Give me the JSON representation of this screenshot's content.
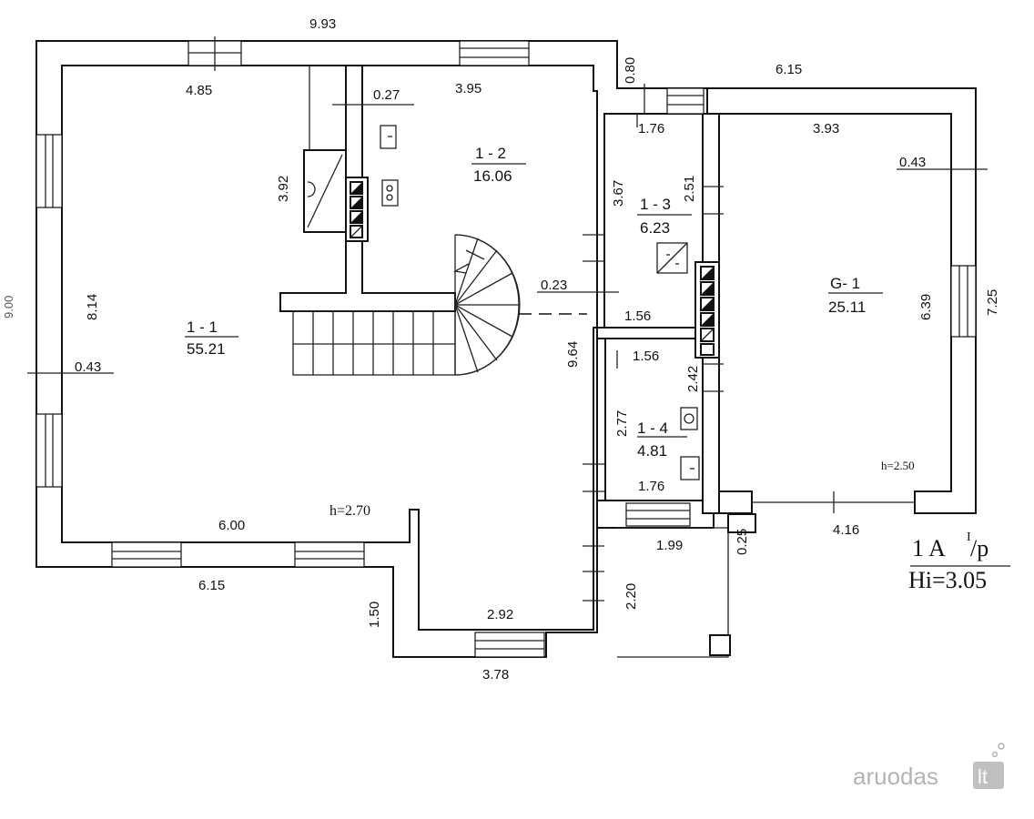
{
  "rooms": {
    "r1_1": {
      "id": "1 - 1",
      "area": "55.21"
    },
    "r1_2": {
      "id": "1 - 2",
      "area": "16.06"
    },
    "r1_3": {
      "id": "1 - 3",
      "area": "6.23"
    },
    "r1_4": {
      "id": "1 - 4",
      "area": "4.81"
    },
    "g1": {
      "id": "G- 1",
      "area": "25.11"
    }
  },
  "heights": {
    "main": "h=2.70",
    "garage": "h=2.50"
  },
  "legend": {
    "floor": "1 A",
    "mark": "I",
    "suffix": "/p",
    "hi": "Hi=3.05"
  },
  "dims": {
    "top_total": "9.93",
    "d485": "4.85",
    "d027": "0.27",
    "d395": "3.95",
    "d080": "0.80",
    "d615_top": "6.15",
    "d176_a": "1.76",
    "d393": "3.93",
    "d043_r": "0.43",
    "d392": "3.92",
    "d367": "3.67",
    "d251": "2.51",
    "d900": "9.00",
    "d814": "8.14",
    "d023": "0.23",
    "d156_a": "1.56",
    "d639": "6.39",
    "d725": "7.25",
    "d043_l": "0.43",
    "d964": "9.64",
    "d156_b": "1.56",
    "d242": "2.42",
    "d277": "2.77",
    "d176_b": "1.76",
    "d600": "6.00",
    "d199": "1.99",
    "d025": "0.25",
    "d416": "4.16",
    "d615_bot": "6.15",
    "d220": "2.20",
    "d150": "1.50",
    "d292": "2.92",
    "d378": "3.78"
  },
  "watermark": {
    "brand": "aruodas",
    "tld": "lt"
  }
}
